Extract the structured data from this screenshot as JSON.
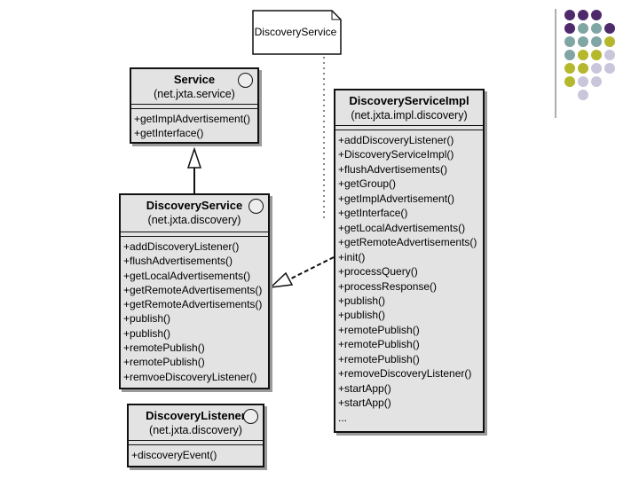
{
  "note": {
    "label": "DiscoveryService"
  },
  "classes": {
    "service": {
      "name": "Service",
      "package": "(net.jxta.service)",
      "methods": [
        "+getImplAdvertisement()",
        "+getInterface()"
      ]
    },
    "discovery_service": {
      "name": "DiscoveryService",
      "package": "(net.jxta.discovery)",
      "methods": [
        "+addDiscoveryListener()",
        "+flushAdvertisements()",
        "+getLocalAdvertisements()",
        "+getRemoteAdvertisements()",
        "+getRemoteAdvertisements()",
        "+publish()",
        "+publish()",
        "+remotePublish()",
        "+remotePublish()",
        "+remvoeDiscoveryListener()"
      ]
    },
    "discovery_service_impl": {
      "name": "DiscoveryServiceImpl",
      "package": "(net.jxta.impl.discovery)",
      "methods": [
        "+addDiscoveryListener()",
        "+DiscoveryServiceImpl()",
        "+flushAdvertisements()",
        "+getGroup()",
        "+getImplAdvertisement()",
        "+getInterface()",
        "+getLocalAdvertisements()",
        "+getRemoteAdvertisements()",
        "+init()",
        "+processQuery()",
        "+processResponse()",
        "+publish()",
        "+publish()",
        "+remotePublish()",
        "+remotePublish()",
        "+remotePublish()",
        "+removeDiscoveryListener()",
        "+startApp()",
        "+startApp()",
        "..."
      ]
    },
    "discovery_listener": {
      "name": "DiscoveryListener",
      "package": "(net.jxta.discovery)",
      "methods": [
        "+discoveryEvent()"
      ]
    }
  },
  "colors": {
    "box_fill": "#e3e3e3",
    "purple": "#4e2a6b",
    "teal": "#7fa6a4",
    "olive": "#b5b82c",
    "lavender": "#c9c6dc"
  }
}
